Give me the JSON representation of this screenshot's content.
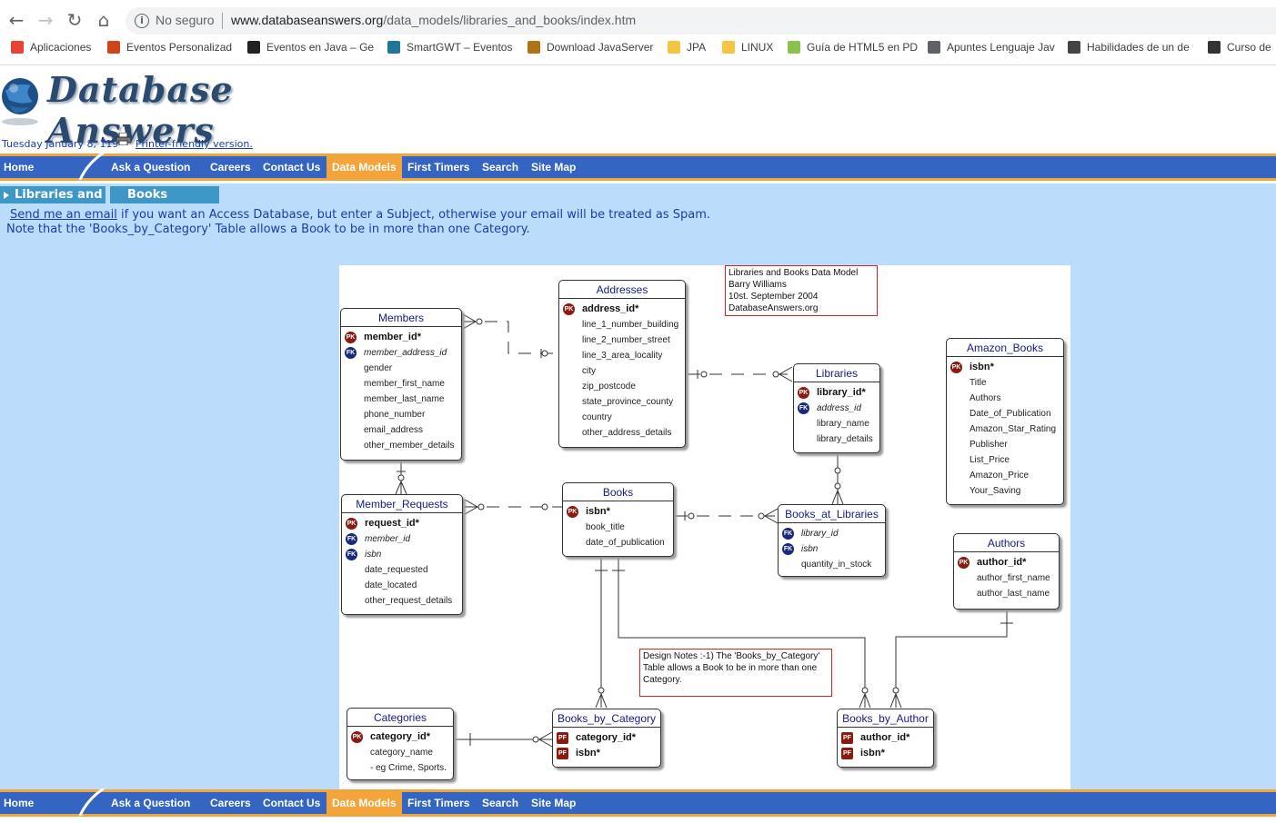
{
  "browser": {
    "not_secure": "No seguro",
    "url_host": "www.databaseanswers.org",
    "url_path": "/data_models/libraries_and_books/index.htm",
    "bookmarks": [
      {
        "label": "Aplicaciones",
        "color": "#e94235"
      },
      {
        "label": "Eventos Personalizad",
        "color": "#d0441b"
      },
      {
        "label": "Eventos en Java – Ge",
        "color": "#222222"
      },
      {
        "label": "SmartGWT – Eventos",
        "color": "#21759b"
      },
      {
        "label": "Download JavaServer",
        "color": "#b07219"
      },
      {
        "label": "JPA",
        "color": "#f4c542"
      },
      {
        "label": "LINUX",
        "color": "#f4c542"
      },
      {
        "label": "Guía de HTML5 en PD",
        "color": "#8bc34a"
      },
      {
        "label": "Apuntes Lenguaje Jav",
        "color": "#5f6368"
      },
      {
        "label": "Habilidades de un de",
        "color": "#444444"
      },
      {
        "label": "Curso de",
        "color": "#333333"
      }
    ]
  },
  "site": {
    "logo_text": "Database Answers",
    "date": "Tuesday January 8, 119",
    "printer_link": "Printer-friendly version.",
    "nav": [
      {
        "label": "Home"
      },
      {
        "label": "Ask a Question"
      },
      {
        "label": "Careers"
      },
      {
        "label": "Contact Us"
      },
      {
        "label": "Data Models",
        "active": true
      },
      {
        "label": "First Timers"
      },
      {
        "label": "Search"
      },
      {
        "label": "Site Map"
      }
    ],
    "subtabs": [
      "Libraries and",
      "Books"
    ],
    "email_link": "Send me an email",
    "note1_rest": " if you want an Access Database, but enter a Subject, otherwise your email will be treated as Spam.",
    "note2": "Note that the 'Books_by_Category' Table allows a Book to be in more than one Category."
  },
  "diagram": {
    "header_note": [
      "Libraries and Books Data Model",
      "Barry Williams",
      "10st. September 2004",
      "DatabaseAnswers.org"
    ],
    "design_note": [
      "Design Notes :-1) The 'Books_by_Category'",
      "Table allows a Book to be in more than one",
      "Category."
    ],
    "entities": {
      "members": {
        "title": "Members",
        "rows": [
          {
            "text": "member_id*",
            "badge": "PK"
          },
          {
            "text": "member_address_id",
            "badge": "FK"
          },
          {
            "text": "gender"
          },
          {
            "text": "member_first_name"
          },
          {
            "text": "member_last_name"
          },
          {
            "text": "phone_number"
          },
          {
            "text": "email_address"
          },
          {
            "text": "other_member_details"
          }
        ]
      },
      "addresses": {
        "title": "Addresses",
        "rows": [
          {
            "text": "address_id*",
            "badge": "PK"
          },
          {
            "text": "line_1_number_building"
          },
          {
            "text": "line_2_number_street"
          },
          {
            "text": "line_3_area_locality"
          },
          {
            "text": "city"
          },
          {
            "text": "zip_postcode"
          },
          {
            "text": "state_province_county"
          },
          {
            "text": "country"
          },
          {
            "text": "other_address_details"
          }
        ]
      },
      "libraries": {
        "title": "Libraries",
        "rows": [
          {
            "text": "library_id*",
            "badge": "PK"
          },
          {
            "text": "address_id",
            "badge": "FK"
          },
          {
            "text": "library_name"
          },
          {
            "text": "library_details"
          }
        ]
      },
      "amazon_books": {
        "title": "Amazon_Books",
        "rows": [
          {
            "text": "isbn*",
            "badge": "PK"
          },
          {
            "text": "Title"
          },
          {
            "text": "Authors"
          },
          {
            "text": "Date_of_Publication"
          },
          {
            "text": "Amazon_Star_Rating"
          },
          {
            "text": "Publisher"
          },
          {
            "text": "List_Price"
          },
          {
            "text": "Amazon_Price"
          },
          {
            "text": "Your_Saving"
          }
        ]
      },
      "member_requests": {
        "title": "Member_Requests",
        "rows": [
          {
            "text": "request_id*",
            "badge": "PK"
          },
          {
            "text": "member_id",
            "badge": "FK"
          },
          {
            "text": "isbn",
            "badge": "FK"
          },
          {
            "text": "date_requested"
          },
          {
            "text": "date_located"
          },
          {
            "text": "other_request_details"
          }
        ]
      },
      "books": {
        "title": "Books",
        "rows": [
          {
            "text": "isbn*",
            "badge": "PK"
          },
          {
            "text": "book_title"
          },
          {
            "text": "date_of_publication"
          }
        ]
      },
      "books_at_libraries": {
        "title": "Books_at_Libraries",
        "rows": [
          {
            "text": "library_id",
            "badge": "FK"
          },
          {
            "text": "isbn",
            "badge": "FK"
          },
          {
            "text": "quantity_in_stock"
          }
        ]
      },
      "authors": {
        "title": "Authors",
        "rows": [
          {
            "text": "author_id*",
            "badge": "PK"
          },
          {
            "text": "author_first_name"
          },
          {
            "text": "author_last_name"
          }
        ]
      },
      "categories": {
        "title": "Categories",
        "rows": [
          {
            "text": "category_id*",
            "badge": "PK"
          },
          {
            "text": "category_name"
          },
          {
            "text": "- eg Crime, Sports."
          }
        ]
      },
      "books_by_category": {
        "title": "Books_by_Category",
        "rows": [
          {
            "text": "category_id*",
            "badge": "PF"
          },
          {
            "text": "isbn*",
            "badge": "PF"
          }
        ]
      },
      "books_by_author": {
        "title": "Books_by_Author",
        "rows": [
          {
            "text": "author_id*",
            "badge": "PF"
          },
          {
            "text": "isbn*",
            "badge": "PF"
          }
        ]
      }
    }
  }
}
